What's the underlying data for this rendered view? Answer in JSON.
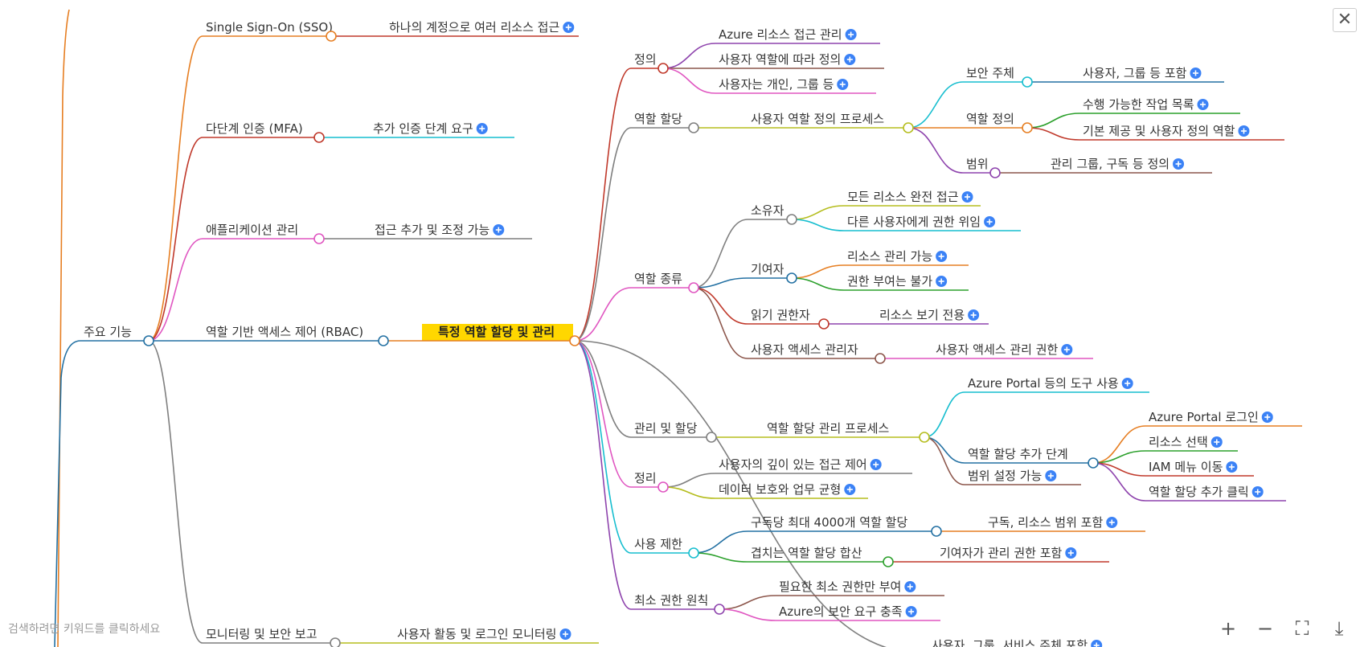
{
  "root": {
    "label": "주요 기능",
    "children": [
      {
        "label": "Single Sign-On (SSO)",
        "children": [
          {
            "label": "하나의 계정으로 여러 리소스 접근",
            "collapsed": true
          }
        ]
      },
      {
        "label": "다단계 인증 (MFA)",
        "children": [
          {
            "label": "추가 인증 단계 요구",
            "collapsed": true
          }
        ]
      },
      {
        "label": "애플리케이션 관리",
        "children": [
          {
            "label": "접근 추가 및 조정 가능",
            "collapsed": true
          }
        ]
      },
      {
        "label": "역할 기반 액세스 제어 (RBAC)",
        "children": [
          {
            "label": "특정 역할 할당 및 관리",
            "highlight": true,
            "children": [
              {
                "label": "정의",
                "children": [
                  {
                    "label": "Azure 리소스 접근 관리",
                    "collapsed": true
                  },
                  {
                    "label": "사용자 역할에 따라 정의",
                    "collapsed": true
                  },
                  {
                    "label": "사용자는 개인, 그룹 등",
                    "collapsed": true
                  }
                ]
              },
              {
                "label": "역할 할당",
                "children": [
                  {
                    "label": "사용자 역할 정의 프로세스",
                    "children": [
                      {
                        "label": "보안 주체",
                        "children": [
                          {
                            "label": "사용자, 그룹 등 포함",
                            "collapsed": true
                          }
                        ]
                      },
                      {
                        "label": "역할 정의",
                        "children": [
                          {
                            "label": "수행 가능한 작업 목록",
                            "collapsed": true
                          },
                          {
                            "label": "기본 제공 및 사용자 정의 역할",
                            "collapsed": true
                          }
                        ]
                      },
                      {
                        "label": "범위",
                        "children": [
                          {
                            "label": "관리 그룹, 구독 등 정의",
                            "collapsed": true
                          }
                        ]
                      }
                    ]
                  }
                ]
              },
              {
                "label": "역할 종류",
                "children": [
                  {
                    "label": "소유자",
                    "children": [
                      {
                        "label": "모든 리소스 완전 접근",
                        "collapsed": true
                      },
                      {
                        "label": "다른 사용자에게 권한 위임",
                        "collapsed": true
                      }
                    ]
                  },
                  {
                    "label": "기여자",
                    "children": [
                      {
                        "label": "리소스 관리 가능",
                        "collapsed": true
                      },
                      {
                        "label": "권한 부여는 불가",
                        "collapsed": true
                      }
                    ]
                  },
                  {
                    "label": "읽기 권한자",
                    "children": [
                      {
                        "label": "리소스 보기 전용",
                        "collapsed": true
                      }
                    ]
                  },
                  {
                    "label": "사용자 액세스 관리자",
                    "children": [
                      {
                        "label": "사용자 액세스 관리 권한",
                        "collapsed": true
                      }
                    ]
                  }
                ]
              },
              {
                "label": "관리 및 할당",
                "children": [
                  {
                    "label": "역할 할당 관리 프로세스",
                    "children": [
                      {
                        "label": "Azure Portal 등의 도구 사용",
                        "collapsed": true
                      },
                      {
                        "label": "역할 할당 추가 단계",
                        "children": [
                          {
                            "label": "Azure Portal 로그인",
                            "collapsed": true
                          },
                          {
                            "label": "리소스 선택",
                            "collapsed": true
                          },
                          {
                            "label": "IAM 메뉴 이동",
                            "collapsed": true
                          },
                          {
                            "label": "역할 할당 추가 클릭",
                            "collapsed": true
                          }
                        ]
                      },
                      {
                        "label": "범위 설정 가능",
                        "collapsed": true
                      }
                    ]
                  }
                ]
              },
              {
                "label": "정리",
                "children": [
                  {
                    "label": "사용자의 깊이 있는 접근 제어",
                    "collapsed": true
                  },
                  {
                    "label": "데이터 보호와 업무 균형",
                    "collapsed": true
                  }
                ]
              },
              {
                "label": "사용 제한",
                "children": [
                  {
                    "label": "구독당 최대 4000개 역할 할당",
                    "children": [
                      {
                        "label": "구독, 리소스 범위 포함",
                        "collapsed": true
                      }
                    ]
                  },
                  {
                    "label": "겹치는 역할 할당 합산",
                    "children": [
                      {
                        "label": "기여자가 관리 권한 포함",
                        "collapsed": true
                      }
                    ]
                  }
                ]
              },
              {
                "label": "최소 권한 원칙",
                "children": [
                  {
                    "label": "필요한 최소 권한만 부여",
                    "collapsed": true
                  },
                  {
                    "label": "Azure의 보안 요구 충족",
                    "collapsed": true
                  }
                ]
              },
              {
                "label": "사용자, 그룹, 서비스 주체 포함",
                "collapsed": true
              }
            ]
          }
        ]
      },
      {
        "label": "모니터링 및 보안 보고",
        "children": [
          {
            "label": "사용자 활동 및 로그인 모니터링",
            "collapsed": true
          }
        ]
      }
    ]
  },
  "ui": {
    "search_hint": "검색하려면 키워드를 클릭하세요",
    "close_glyph": "✕",
    "zoom_in_glyph": "+",
    "zoom_out_glyph": "−",
    "fit_glyph": "⛶",
    "download_glyph": "⤓"
  },
  "colors": {
    "highlight": "#FFD700",
    "expand_icon": "#3B82F6",
    "palette": [
      "#E67E22",
      "#C0392B",
      "#E056C1",
      "#2471A3",
      "#7F7F7F",
      "#B5BD1E",
      "#17BECF",
      "#2CA02C",
      "#8E44AD",
      "#8C564B"
    ]
  }
}
